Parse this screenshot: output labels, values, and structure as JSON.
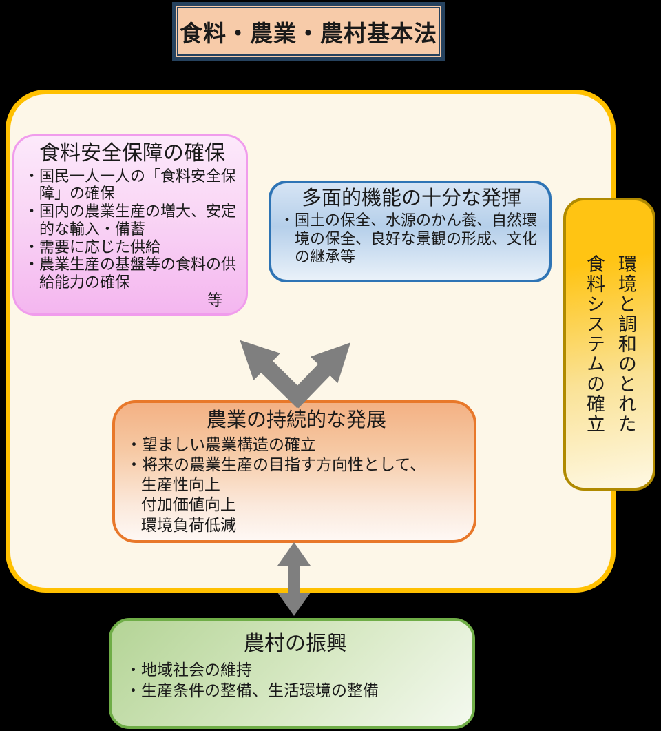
{
  "page": {
    "background": "#000000"
  },
  "law_title": {
    "label": "食料・農業・農村基本法",
    "fill": "#F7CBA9",
    "border": "#26425E"
  },
  "container": {
    "fill": "#FDF7E8",
    "border": "#FFC000"
  },
  "boxes": {
    "food_security": {
      "title": "食料安全保障の確保",
      "items": [
        "・国民一人一人の「食料安全保障」の確保",
        "・国内の農業生産の増大、安定的な輸入・備蓄",
        "・需要に応じた供給",
        "・農業生産の基盤等の食料の供給能力の確保"
      ],
      "suffix": "等",
      "border": "#F09CEC"
    },
    "multifunction": {
      "title": "多面的機能の十分な発揮",
      "items": [
        "・国土の保全、水源のかん養、自然環境の保全、良好な景観の形成、文化の継承等"
      ],
      "border": "#2E74B5"
    },
    "agriculture": {
      "title": "農業の持続的な発展",
      "items": [
        "・望ましい農業構造の確立",
        "・将来の農業生産の目指す方向性として、"
      ],
      "sub_items": [
        "生産性向上",
        "付加価値向上",
        "環境負荷低減"
      ],
      "border": "#E8782A"
    },
    "rural": {
      "title": "農村の振興",
      "items": [
        "・地域社会の維持",
        "・生産条件の整備、生活環境の整備"
      ],
      "border": "#6FAD47"
    },
    "environment": {
      "title_line1": "環境と調和のとれた",
      "title_line2": "食料システムの確立",
      "border": "#B08A00"
    }
  },
  "arrows": {
    "color": "#7F7F7F"
  }
}
